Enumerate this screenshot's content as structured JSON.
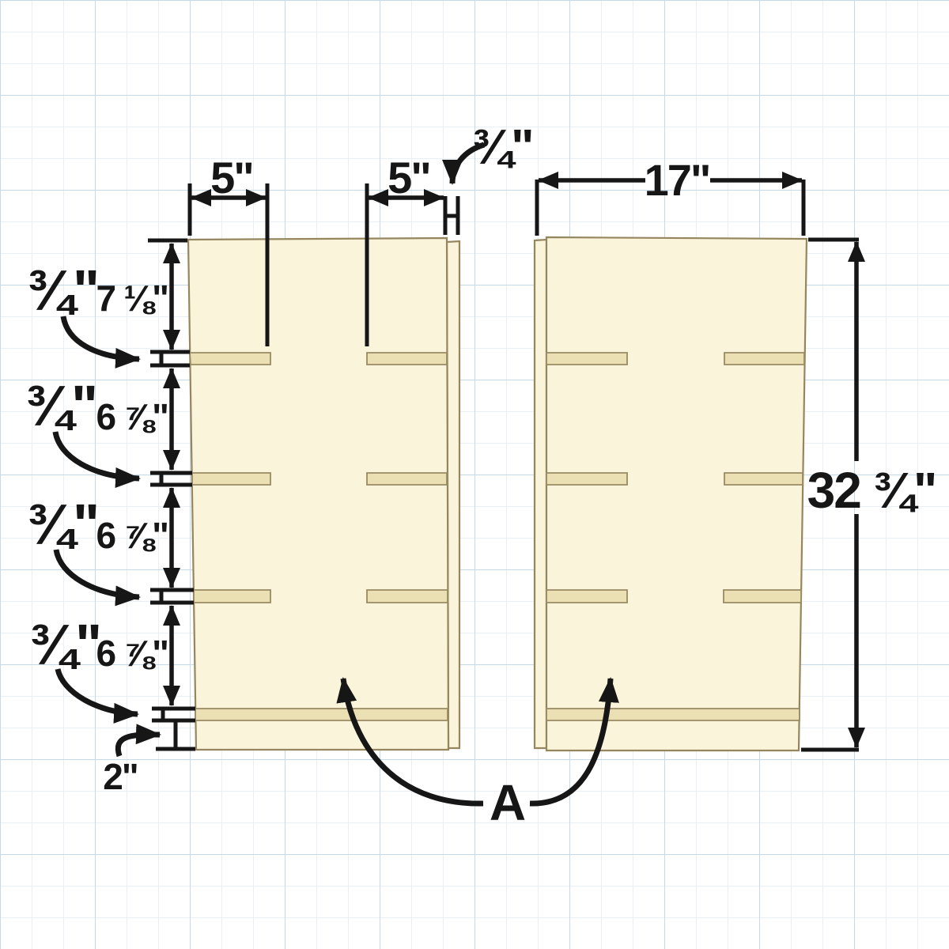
{
  "diagram": {
    "subject": "side-panel-dado-layout",
    "part": {
      "label": "A"
    },
    "dimensions": {
      "top": {
        "dado_length_left": "5\"",
        "dado_length_right": "5\"",
        "edge_strip_thickness": "¾\"",
        "panel_width": "17\""
      },
      "side": {
        "panel_height": "32 ¾\""
      },
      "left": {
        "top_spacing": "7 ⅛\"",
        "shelf_spacings": [
          "6 ⅞\"",
          "6 ⅞\"",
          "6 ⅞\""
        ],
        "dado_thicknesses": [
          "¾\"",
          "¾\"",
          "¾\"",
          "¾\""
        ],
        "bottom_inset": "2\""
      }
    },
    "colors": {
      "background": "#ffffff",
      "grid_minor": "#e9eff5",
      "grid_major": "#c6d9e4",
      "panel_fill": "#faf4da",
      "dado_fill": "#ebdfb4",
      "panel_outline": "#95865f",
      "annotation": "#161616"
    }
  }
}
